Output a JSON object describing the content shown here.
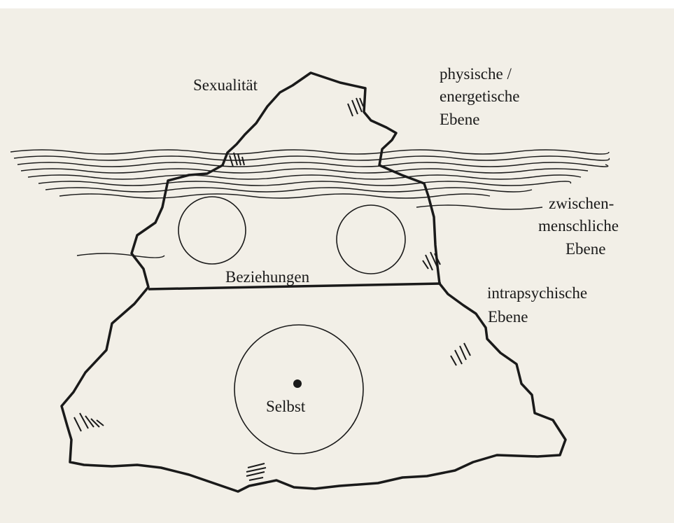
{
  "labels": {
    "sexualitaet": "Sexualität",
    "physische_line1": "physische /",
    "physische_line2": "energetische",
    "physische_line3": "Ebene",
    "zwischen_line1": "zwischen-",
    "zwischen_line2": "menschliche",
    "zwischen_line3": "Ebene",
    "intra_line1": "intrapsychische",
    "intra_line2": "Ebene",
    "beziehungen": "Beziehungen",
    "selbst": "Selbst"
  },
  "colors": {
    "paper": "#f2efe7",
    "ink": "#1a1a1a"
  }
}
